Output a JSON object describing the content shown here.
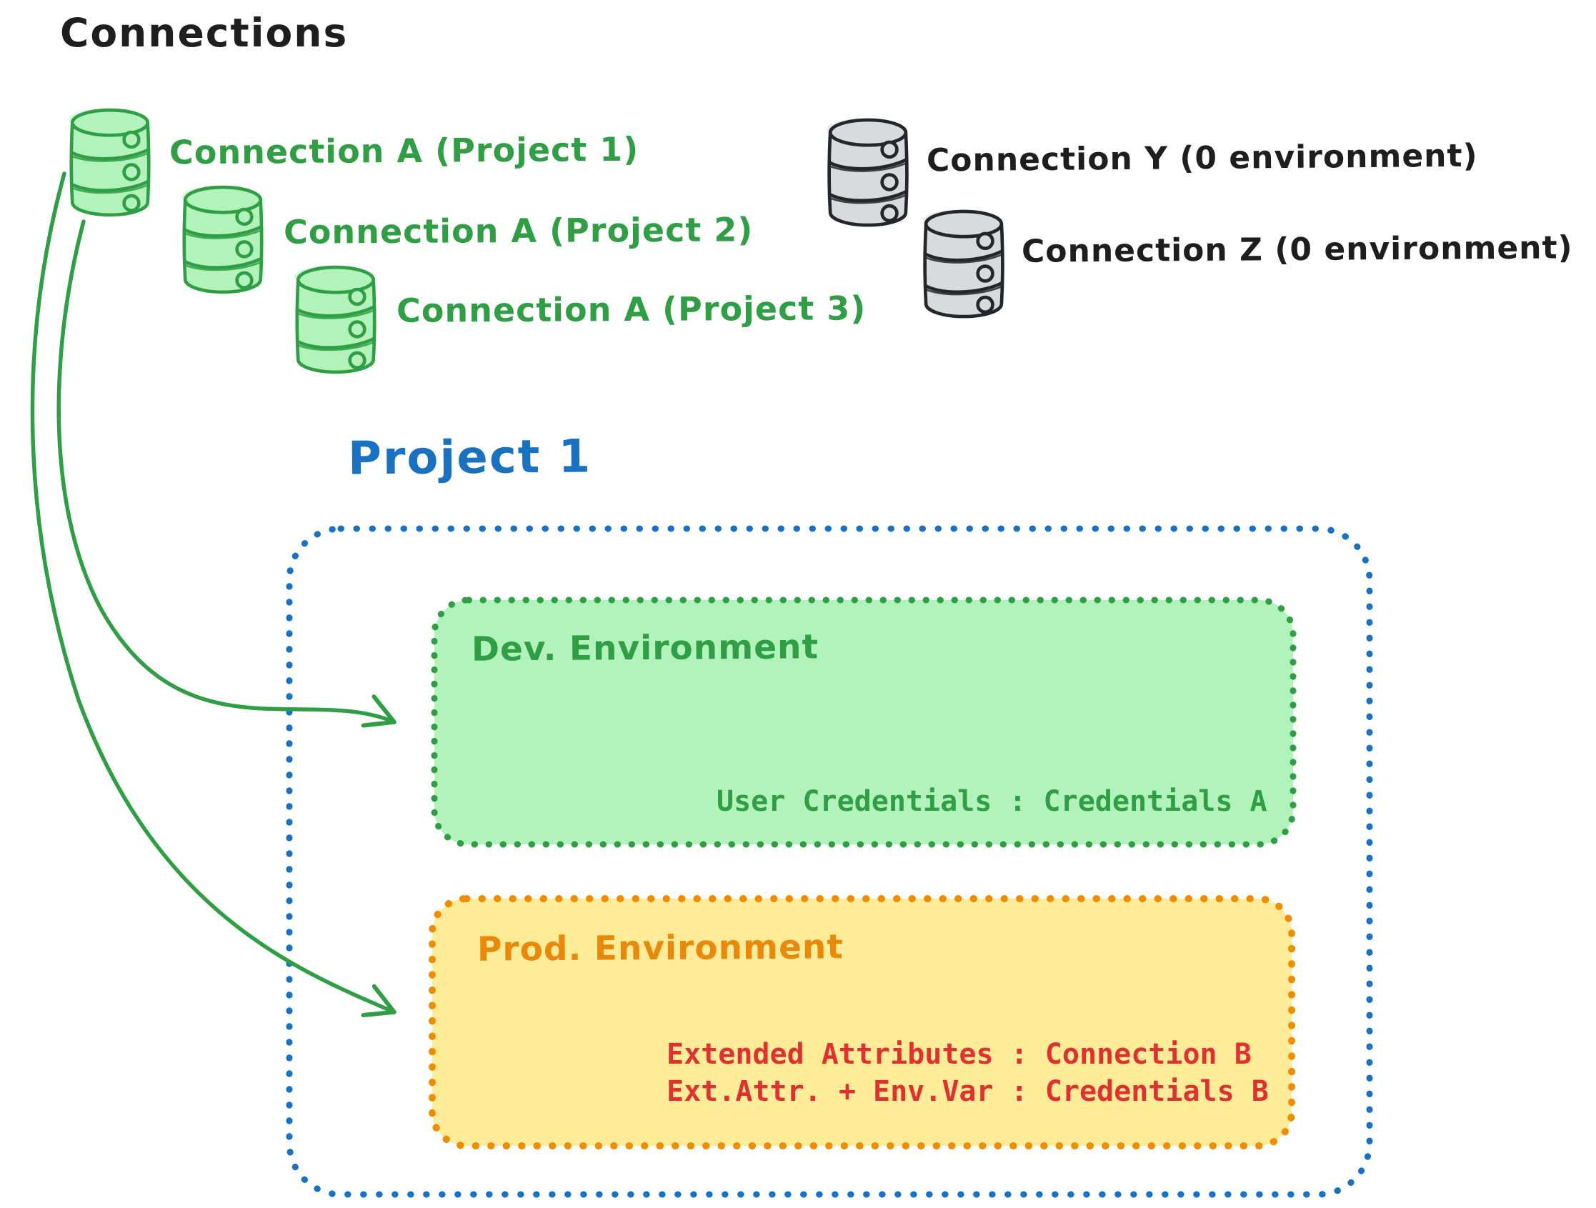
{
  "title": "Connections",
  "green_connections": [
    {
      "label": "Connection A (Project 1)"
    },
    {
      "label": "Connection A (Project 2)"
    },
    {
      "label": "Connection A (Project 3)"
    }
  ],
  "gray_connections": [
    {
      "label": "Connection Y (0 environment)"
    },
    {
      "label": "Connection Z (0 environment)"
    }
  ],
  "project": {
    "title": "Project 1",
    "dev": {
      "title": "Dev. Environment",
      "mapping": "User Credentials : Credentials A"
    },
    "prod": {
      "title": "Prod. Environment",
      "mapping1": "Extended Attributes : Connection B",
      "mapping2": "Ext.Attr. + Env.Var : Credentials B"
    }
  },
  "icons": {
    "green_database": "database-icon",
    "gray_database": "database-icon"
  },
  "colors": {
    "green": "#2f9e44",
    "green_fill": "#b2f2bb",
    "blue": "#1971c2",
    "orange": "#f08c00",
    "orange_text": "#e8890c",
    "orange_fill": "#ffec99",
    "red": "#e03131",
    "black": "#1e1e1e",
    "gray_stroke": "#23272b",
    "gray_fill": "#d7dbde"
  }
}
